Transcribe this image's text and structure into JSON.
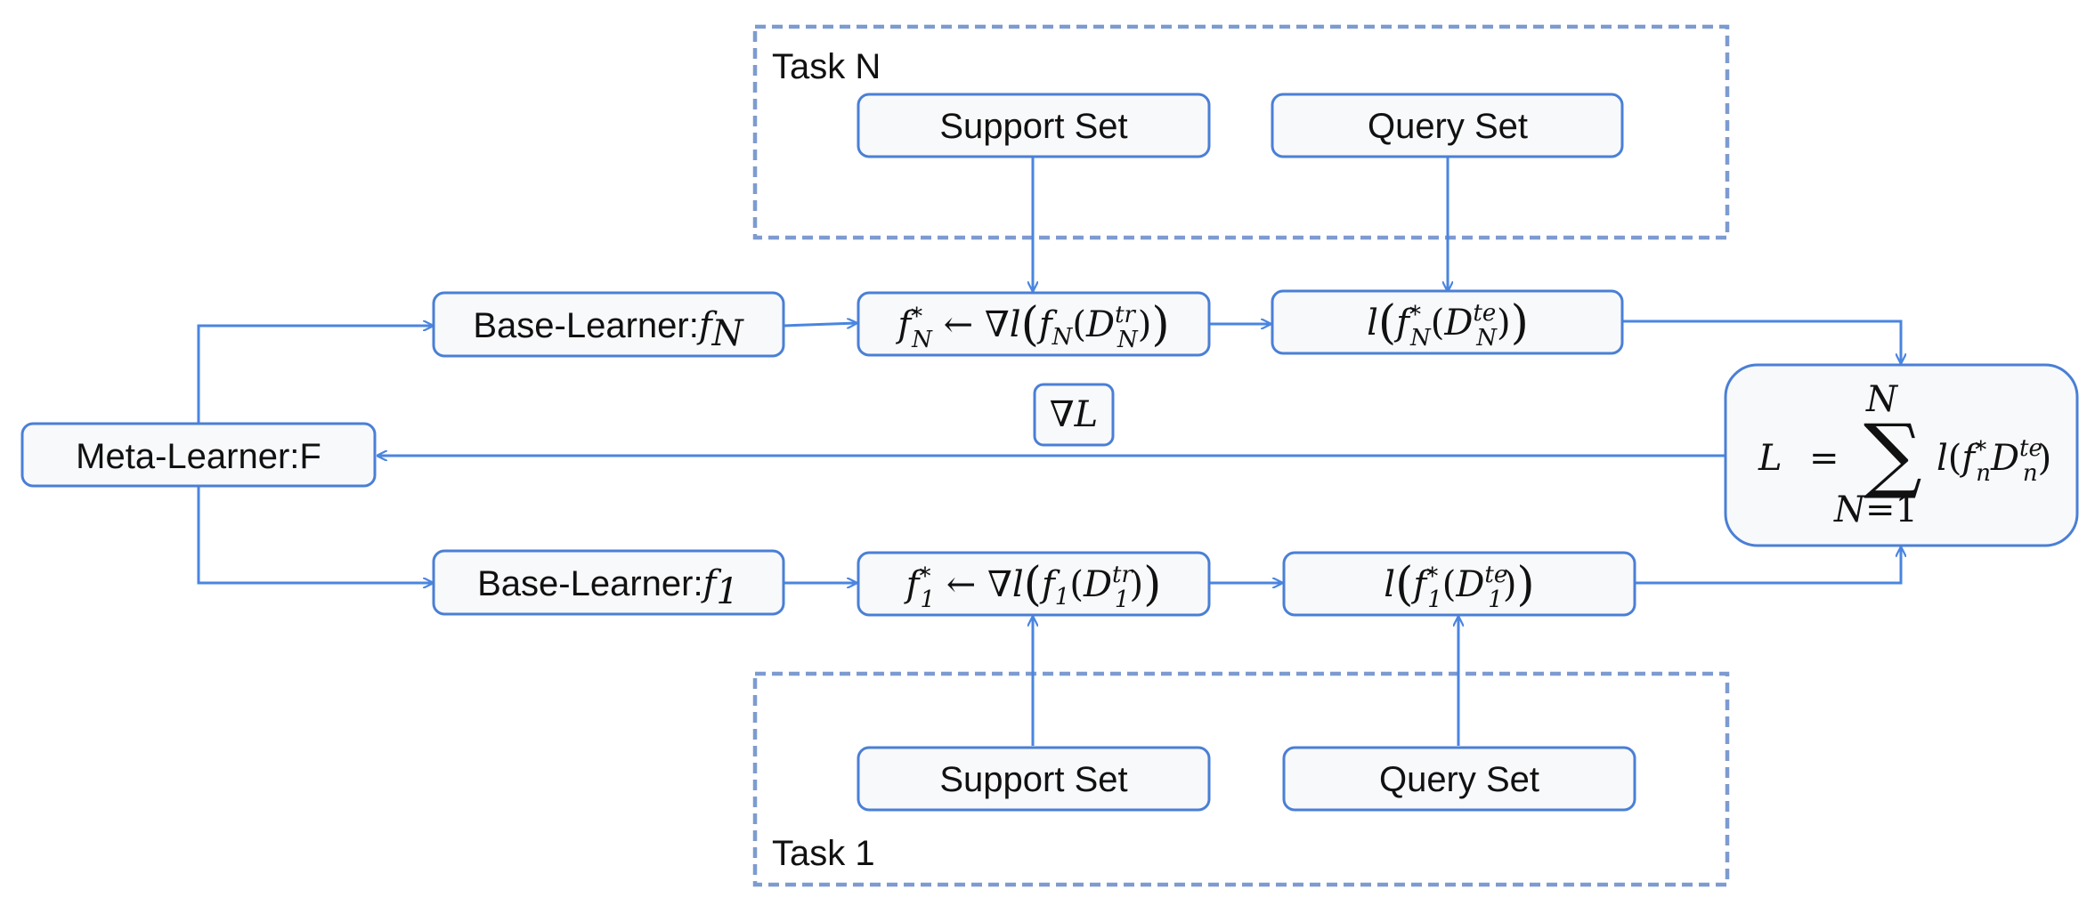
{
  "tasks": {
    "task_n_label": "Task N",
    "task_1_label": "Task 1"
  },
  "sets": {
    "support_set_label": "Support Set",
    "query_set_label": "Query Set"
  },
  "meta_learner": {
    "label": "Meta-Learner:F"
  },
  "base_learners": {
    "prefix": "Base-Learner:",
    "task_n_symbol": "f",
    "task_n_subscript": "N",
    "task_1_symbol": "f",
    "task_1_subscript": "1"
  },
  "updates": {
    "task_n_formula": "f*_N ← ∇l(f_N(D^tr_N))",
    "task_1_formula": "f*_1 ← ∇l(f_1(D^tr_1))"
  },
  "losses": {
    "task_n_formula": "l(f*_N(D^te_N))",
    "task_1_formula": "l(f*_1(D^te_1))"
  },
  "meta_gradient": {
    "label": "∇L"
  },
  "total_loss": {
    "formula": "L = Σ_{N=1}^{N} l(f*_n D^te_n)"
  },
  "colors": {
    "box_stroke": "#4a7fd6",
    "box_fill": "#f8f9fb",
    "arrow": "#4a85e0",
    "dashed_border": "#7d9bd0"
  }
}
